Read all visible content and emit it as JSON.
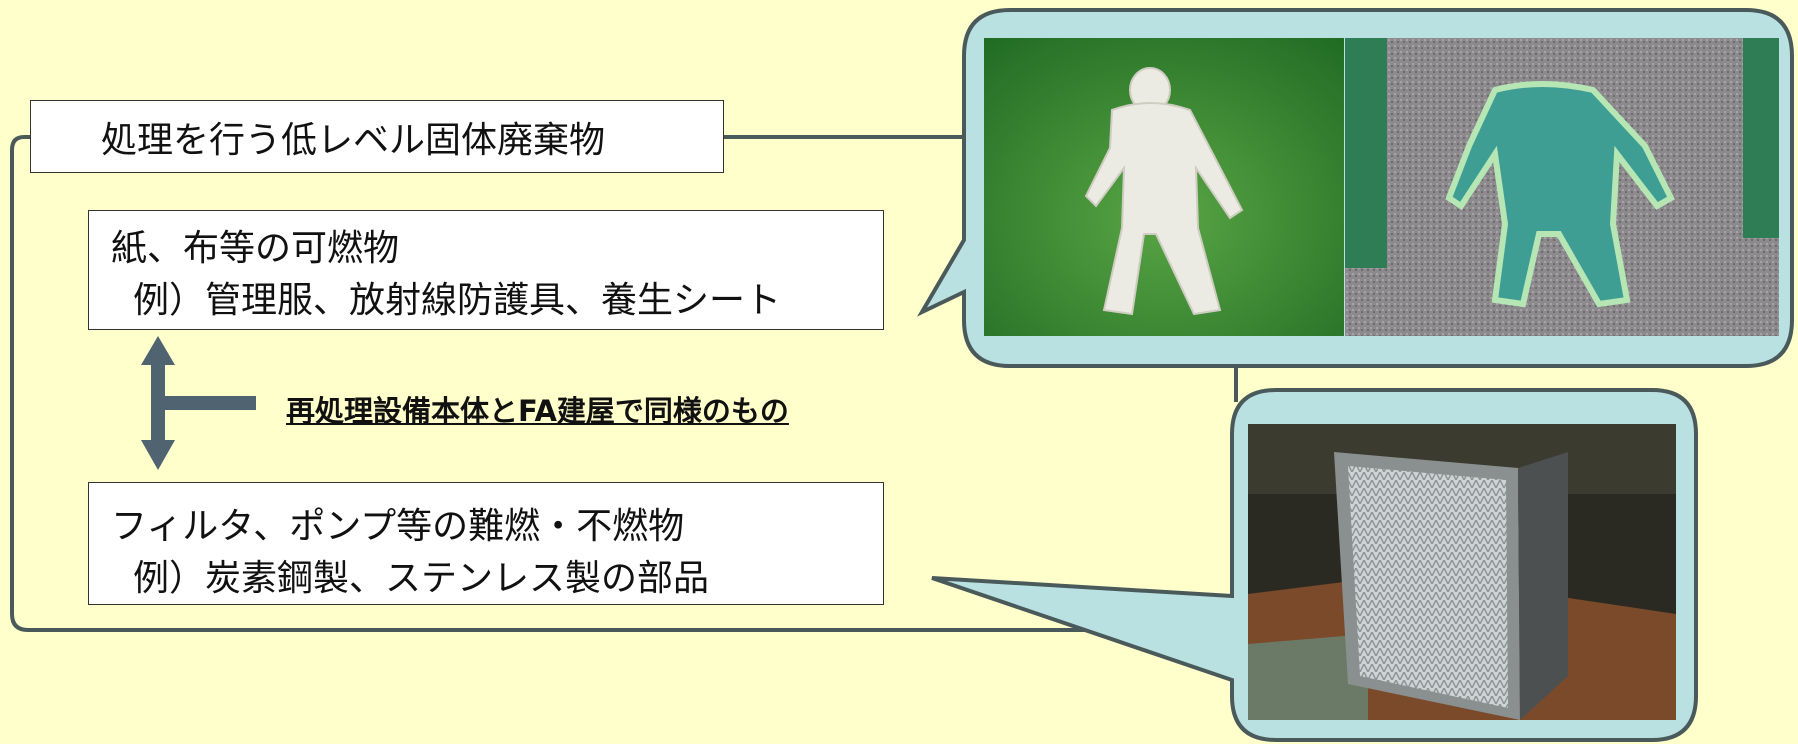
{
  "waste_title": "処理を行う低レベル固体廃棄物",
  "combustible": {
    "line1": "紙、布等の可燃物",
    "line2": "例）管理服、放射線防護具、養生シート"
  },
  "note": "再処理設備本体とFA建屋で同様のもの",
  "noncombustible": {
    "line1": "フィルタ、ポンプ等の難燃・不燃物",
    "line2": "例）炭素鋼製、ステンレス製の部品"
  },
  "colors": {
    "background": "#ffffcc",
    "callout_fill": "#b9e1e2",
    "callout_stroke": "#4a5a5a",
    "arrow": "#4f6370"
  },
  "photos": [
    "white-coverall-photo",
    "green-coverall-photo",
    "hepa-filter-photo"
  ]
}
